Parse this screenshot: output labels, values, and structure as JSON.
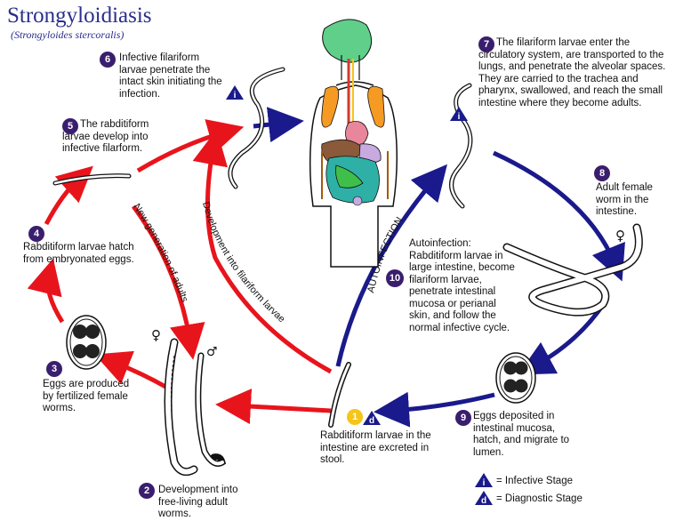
{
  "title": "Strongyloidiasis",
  "subtitle": "(Strongyloides stercoralis)",
  "steps": {
    "s1": {
      "num": "1",
      "text": "Rabditiform larvae in the intestine are excreted in stool."
    },
    "s2": {
      "num": "2",
      "text": "Development into free-living adult worms."
    },
    "s3": {
      "num": "3",
      "text": "Eggs are produced by fertilized female worms."
    },
    "s4": {
      "num": "4",
      "text": "Rabditiform larvae hatch from embryonated eggs."
    },
    "s5": {
      "num": "5",
      "text": "The rabditiform larvae develop into infective filarform."
    },
    "s6": {
      "num": "6",
      "text": "Infective filariform larvae penetrate the intact skin initiating the infection."
    },
    "s7": {
      "num": "7",
      "text": "The filariform larvae enter the circulatory system, are transported to the lungs, and penetrate the alveolar spaces.  They are carried to the trachea and pharynx, swallowed, and reach the small intestine where they become adults."
    },
    "s8": {
      "num": "8",
      "text": "Adult female worm in the intestine."
    },
    "s9": {
      "num": "9",
      "text": "Eggs deposited in intestinal mucosa, hatch, and migrate to lumen."
    },
    "s10": {
      "num": "10",
      "text": "Autoinfection: Rabditiform larvae in large intestine, become filariform larvae, penetrate intestinal mucosa or perianal skin, and follow the normal infective cycle."
    }
  },
  "arrow_labels": {
    "new_generation": "New generation of adults",
    "development_filariform": "Development into filariform larvae",
    "autoinfection": "AUTOINFECTION"
  },
  "symbols": {
    "female": "♀",
    "male": "♂",
    "infective_letter": "i",
    "diagnostic_letter": "d"
  },
  "legend": {
    "infective": "= Infective Stage",
    "diagnostic": "= Diagnostic Stage"
  },
  "colors": {
    "red_arrow": "#e8141c",
    "blue_arrow": "#1a1a8c",
    "title": "#2a2e8c",
    "badge": "#3a1e6e",
    "stage1_badge": "#f5c518"
  }
}
